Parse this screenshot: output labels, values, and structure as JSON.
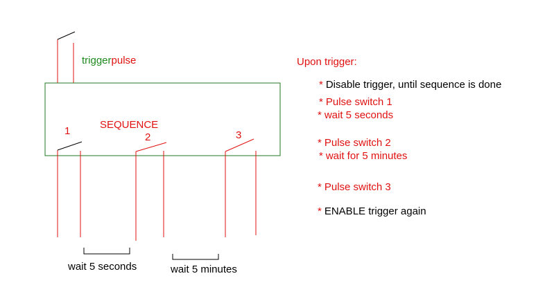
{
  "colors": {
    "wire": "#e01010",
    "box": "#1f7a1f",
    "switch_arm": "#000000",
    "trigger_word": "#1f8a1f",
    "pulse_word": "#e01010",
    "accent_text": "#e01010",
    "plain_text": "#000000"
  },
  "diagram": {
    "trigger_label": {
      "trigger": "trigger",
      "pulse": "pulse"
    },
    "box_label": "SEQUENCE",
    "switch_labels": [
      "1",
      "2",
      "3"
    ],
    "interval_labels": [
      "wait 5 seconds",
      "wait 5 minutes"
    ]
  },
  "notes": {
    "heading": "Upon trigger:",
    "bullet": "*",
    "items": [
      {
        "text": "Disable trigger, until sequence is done",
        "color": "black"
      },
      {
        "text": "Pulse switch 1",
        "color": "red"
      },
      {
        "text": "wait 5 seconds",
        "color": "red"
      },
      {
        "text": "Pulse switch 2",
        "color": "red"
      },
      {
        "text": "wait for 5 minutes",
        "color": "red"
      },
      {
        "text": "Pulse switch 3",
        "color": "red"
      },
      {
        "text": "ENABLE trigger again",
        "color": "black"
      }
    ]
  }
}
